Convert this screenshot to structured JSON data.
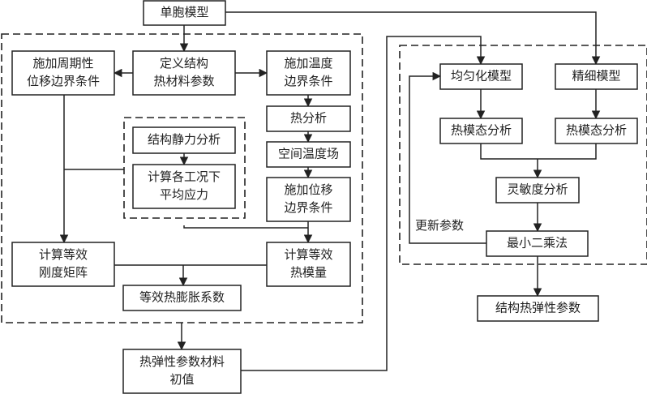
{
  "diagram": {
    "type": "flowchart",
    "nodes": {
      "unit_cell": "单胞模型",
      "define_params": [
        "定义结构",
        "热材料参数"
      ],
      "periodic_bc": [
        "施加周期性",
        "位移边界条件"
      ],
      "temp_bc": [
        "施加温度",
        "边界条件"
      ],
      "thermal_analysis": "热分析",
      "temp_field": "空间温度场",
      "disp_bc": [
        "施加位移",
        "边界条件"
      ],
      "static_analysis": "结构静力分析",
      "avg_stress": [
        "计算各工况下",
        "平均应力"
      ],
      "eq_stiffness": [
        "计算等效",
        "刚度矩阵"
      ],
      "eq_thermal_modulus": [
        "计算等效",
        "热模量"
      ],
      "eq_expansion": "等效热膨胀系数",
      "initial_values": [
        "热弹性参数材料",
        "初值"
      ],
      "homogenized_model": "均匀化模型",
      "fine_model": "精细模型",
      "modal_analysis_homog": "热模态分析",
      "modal_analysis_fine": "热模态分析",
      "sensitivity": "灵敏度分析",
      "least_squares": "最小二乘法",
      "result_params": "结构热弹性参数"
    },
    "edge_labels": {
      "update_params": "更新参数"
    },
    "edges": [
      [
        "unit_cell",
        "define_params"
      ],
      [
        "unit_cell",
        "fine_model"
      ],
      [
        "define_params",
        "periodic_bc"
      ],
      [
        "define_params",
        "temp_bc"
      ],
      [
        "temp_bc",
        "thermal_analysis"
      ],
      [
        "thermal_analysis",
        "temp_field"
      ],
      [
        "temp_field",
        "disp_bc"
      ],
      [
        "disp_bc",
        "eq_thermal_modulus"
      ],
      [
        "static_analysis",
        "avg_stress"
      ],
      [
        "avg_stress",
        "eq_thermal_modulus"
      ],
      [
        "periodic_bc",
        "eq_stiffness"
      ],
      [
        "periodic_bc",
        "avg_stress-group"
      ],
      [
        "eq_stiffness",
        "eq_expansion"
      ],
      [
        "eq_thermal_modulus",
        "eq_expansion"
      ],
      [
        "left-group",
        "initial_values"
      ],
      [
        "initial_values",
        "homogenized_model"
      ],
      [
        "homogenized_model",
        "modal_analysis_homog"
      ],
      [
        "fine_model",
        "modal_analysis_fine"
      ],
      [
        "modal_analysis_homog",
        "sensitivity"
      ],
      [
        "modal_analysis_fine",
        "sensitivity"
      ],
      [
        "sensitivity",
        "least_squares"
      ],
      [
        "least_squares",
        "homogenized_model"
      ],
      [
        "least_squares",
        "result_params"
      ]
    ]
  }
}
